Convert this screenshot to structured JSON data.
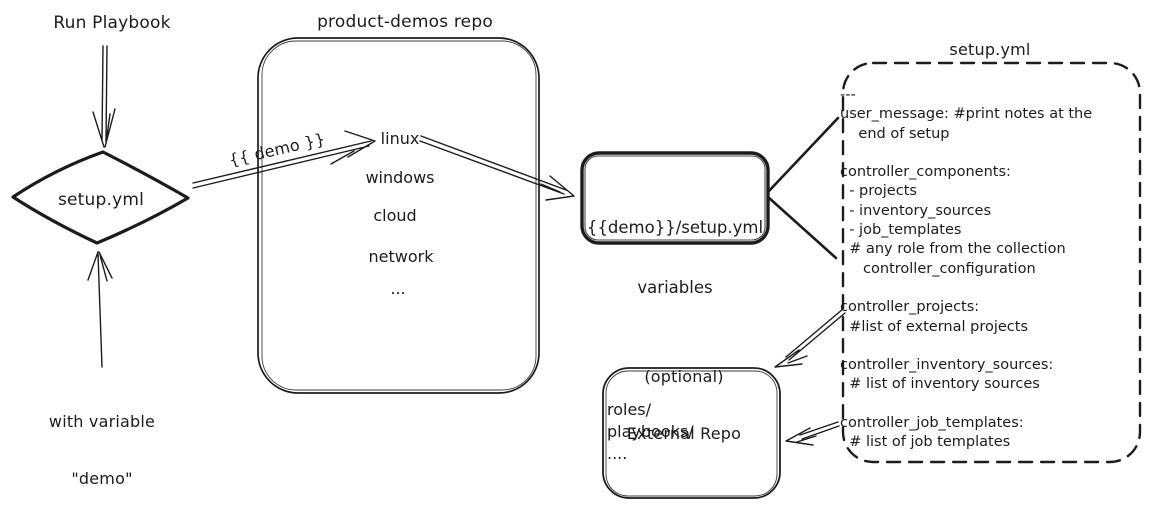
{
  "colors": {
    "ink": "#1c1c1c",
    "background": "#ffffff"
  },
  "left_flow": {
    "run_playbook_label": "Run Playbook",
    "diamond_label": "setup.yml",
    "arrow_label": "{{ demo }}",
    "with_variable_line1": "with variable",
    "with_variable_line2": "\"demo\""
  },
  "repo": {
    "title": "product-demos repo",
    "items": [
      "linux",
      "windows",
      "cloud",
      "network",
      "..."
    ]
  },
  "variables_box": {
    "line1": "{{demo}}/setup.yml",
    "line2": "variables"
  },
  "setup_file": {
    "title": "setup.yml",
    "content": "---\nuser_message: #print notes at the\n    end of setup\n\ncontroller_components:\n  - projects\n  - inventory_sources\n  - job_templates\n  # any role from the collection\n     controller_configuration\n\ncontroller_projects:\n  #list of external projects\n\ncontroller_inventory_sources:\n  # list of inventory sources\n\ncontroller_job_templates:\n  # list of job templates"
  },
  "external_repo": {
    "title_line1": "(optional)",
    "title_line2": "External Repo",
    "content": "roles/\nplaybooks/\n...."
  }
}
